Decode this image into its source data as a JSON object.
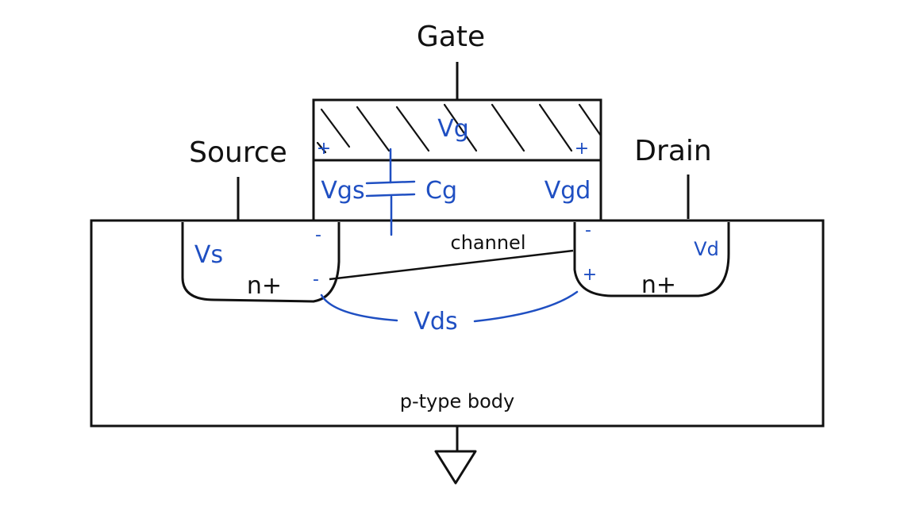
{
  "labels": {
    "gate": "Gate",
    "source": "Source",
    "drain": "Drain",
    "vg": "Vg",
    "vgs": "Vgs",
    "cg": "Cg",
    "vgd": "Vgd",
    "vs": "Vs",
    "vd": "Vd",
    "channel": "channel",
    "n_plus_source": "n+",
    "n_plus_drain": "n+",
    "vds": "Vds",
    "body": "p-type body"
  },
  "polarity": {
    "gate_left_plus": "+",
    "gate_right_plus": "+",
    "source_top_minus": "-",
    "source_bottom_minus": "-",
    "drain_top_minus": "-",
    "drain_bottom_plus": "+"
  },
  "colors": {
    "ink": "#111111",
    "annotation": "#1f4fc2",
    "background": "#ffffff"
  }
}
